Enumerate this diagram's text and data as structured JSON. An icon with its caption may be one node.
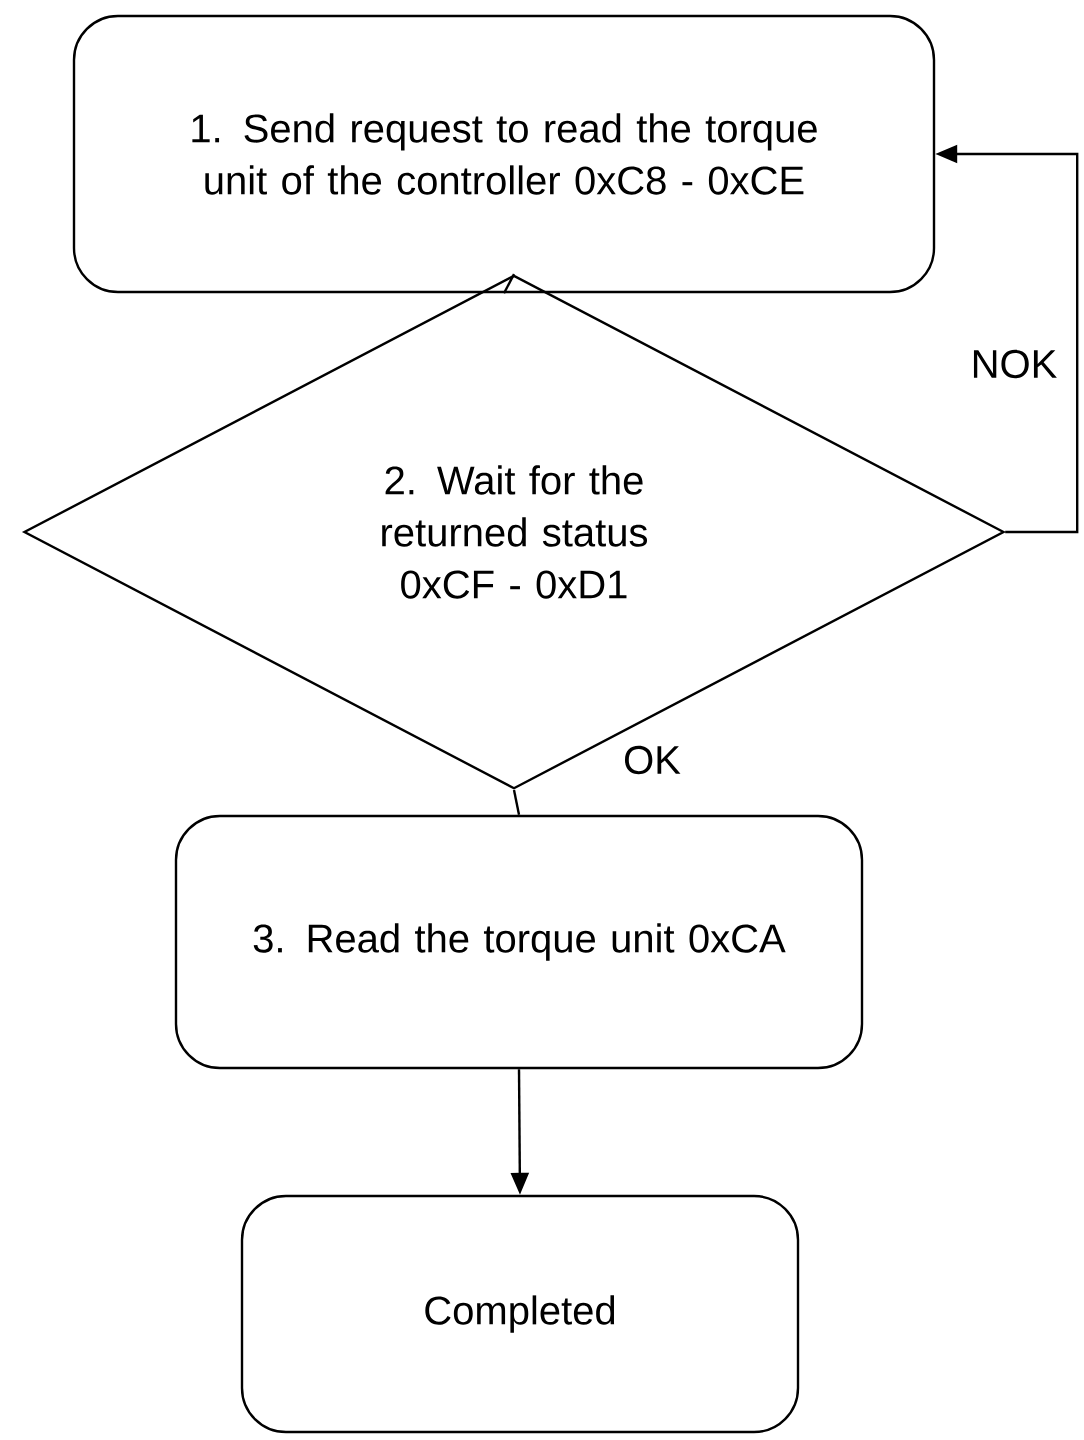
{
  "diagram": {
    "nodes": [
      {
        "text": [
          "1. Send request to read the torque unit of the controller 0xC8 - 0xCE"
        ]
      },
      {
        "text": [
          "2. Wait for the returned status 0xCF - 0xD1"
        ]
      },
      {
        "text": [
          "3. Read the torque unit 0xCA"
        ]
      },
      {
        "text": [
          "Completed"
        ]
      }
    ],
    "edges": [
      {
        "from": 0,
        "to": 1,
        "arrow": "none"
      },
      {
        "from": 1,
        "to": 2,
        "arrow": "none",
        "label": "OK"
      },
      {
        "from": 2,
        "to": 3,
        "arrow": "to"
      },
      {
        "from": 1,
        "to": 0,
        "arrow": "to",
        "label": "NOK"
      }
    ]
  }
}
